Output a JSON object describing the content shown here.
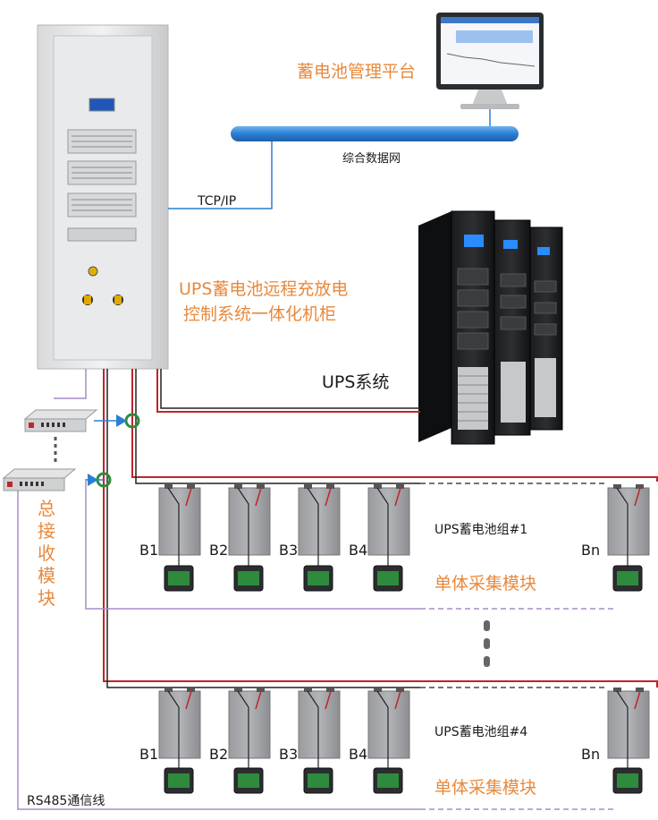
{
  "labels": {
    "platform": "蓄电池管理平台",
    "network": "综合数据网",
    "protocol": "TCP/IP",
    "cabinet_line1": "UPS蓄电池远程充放电",
    "cabinet_line2": "控制系统一体化机柜",
    "ups_system": "UPS系统",
    "receiver_module": [
      "总",
      "接",
      "收",
      "模",
      "块"
    ],
    "rs485": "RS485通信线"
  },
  "battery_groups": [
    {
      "name": "UPS蓄电池组#1",
      "module_label": "单体采集模块",
      "cells": [
        "B1",
        "B2",
        "B3",
        "B4",
        "Bn"
      ]
    },
    {
      "name": "UPS蓄电池组#4",
      "module_label": "单体采集模块",
      "cells": [
        "B1",
        "B2",
        "B3",
        "B4",
        "Bn"
      ]
    }
  ],
  "colors": {
    "accent_orange": "#e8893b",
    "network_blue": "#2a7fd4",
    "power_red": "#c0242c",
    "power_black": "#222222",
    "comm_purple": "#a98bc8",
    "sensor_green": "#2e8b3d"
  }
}
